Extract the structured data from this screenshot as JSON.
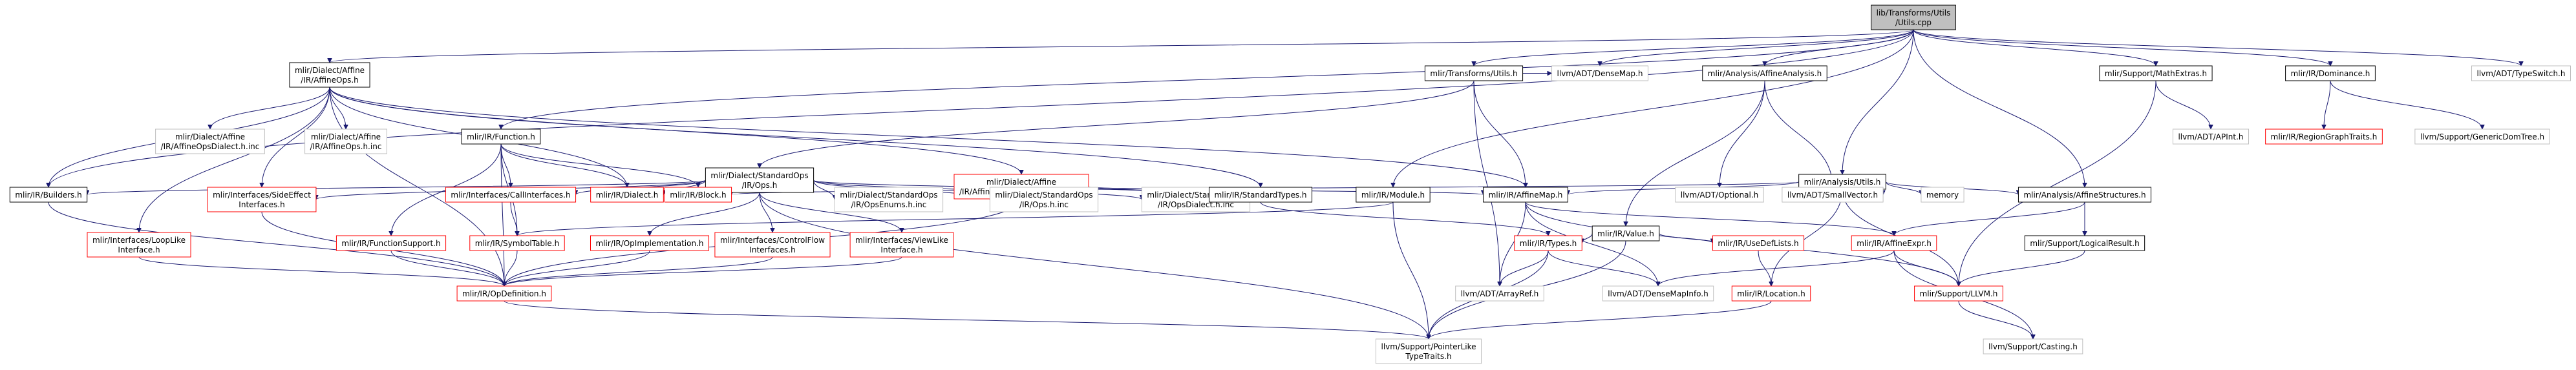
{
  "nodes": {
    "root": {
      "lines": [
        "lib/Transforms/Utils",
        "/Utils.cpp"
      ],
      "style": "gray"
    },
    "affineops": {
      "lines": [
        "mlir/Dialect/Affine",
        "/IR/AffineOps.h"
      ],
      "style": "black"
    },
    "transformsutils": {
      "lines": [
        "mlir/Transforms/Utils.h"
      ],
      "style": "black"
    },
    "densemap": {
      "lines": [
        "llvm/ADT/DenseMap.h"
      ],
      "style": "light"
    },
    "affineanalysis": {
      "lines": [
        "mlir/Analysis/AffineAnalysis.h"
      ],
      "style": "black"
    },
    "analysisutils": {
      "lines": [
        "mlir/Analysis/Utils.h"
      ],
      "style": "black"
    },
    "mathextras": {
      "lines": [
        "mlir/Support/MathExtras.h"
      ],
      "style": "black"
    },
    "dominance": {
      "lines": [
        "mlir/IR/Dominance.h"
      ],
      "style": "black"
    },
    "typeswitch": {
      "lines": [
        "llvm/ADT/TypeSwitch.h"
      ],
      "style": "light"
    },
    "affineopsdialectinc": {
      "lines": [
        "mlir/Dialect/Affine",
        "/IR/AffineOpsDialect.h.inc"
      ],
      "style": "light"
    },
    "affineopsinc": {
      "lines": [
        "mlir/Dialect/Affine",
        "/IR/AffineOps.h.inc"
      ],
      "style": "light"
    },
    "function": {
      "lines": [
        "mlir/IR/Function.h"
      ],
      "style": "black"
    },
    "standardops": {
      "lines": [
        "mlir/Dialect/StandardOps",
        "/IR/Ops.h"
      ],
      "style": "black"
    },
    "affinememory": {
      "lines": [
        "mlir/Dialect/Affine",
        "/IR/AffineMemoryOpInterfaces.h"
      ],
      "style": "red"
    },
    "apint": {
      "lines": [
        "llvm/ADT/APInt.h"
      ],
      "style": "light"
    },
    "regiongraph": {
      "lines": [
        "mlir/IR/RegionGraphTraits.h"
      ],
      "style": "red"
    },
    "genericdomtree": {
      "lines": [
        "llvm/Support/GenericDomTree.h"
      ],
      "style": "light"
    },
    "builders": {
      "lines": [
        "mlir/IR/Builders.h"
      ],
      "style": "black"
    },
    "sideeffect": {
      "lines": [
        "mlir/Interfaces/SideEffect",
        "Interfaces.h"
      ],
      "style": "red"
    },
    "callinterfaces": {
      "lines": [
        "mlir/Interfaces/CallInterfaces.h"
      ],
      "style": "red"
    },
    "dialect": {
      "lines": [
        "mlir/IR/Dialect.h"
      ],
      "style": "red"
    },
    "block": {
      "lines": [
        "mlir/IR/Block.h"
      ],
      "style": "red"
    },
    "opsenums": {
      "lines": [
        "mlir/Dialect/StandardOps",
        "/IR/OpsEnums.h.inc"
      ],
      "style": "light"
    },
    "opsinc": {
      "lines": [
        "mlir/Dialect/StandardOps",
        "/IR/Ops.h.inc"
      ],
      "style": "light"
    },
    "opsdialectinc": {
      "lines": [
        "mlir/Dialect/StandardOps",
        "/IR/OpsDialect.h.inc"
      ],
      "style": "light"
    },
    "standardtypes": {
      "lines": [
        "mlir/IR/StandardTypes.h"
      ],
      "style": "black"
    },
    "module": {
      "lines": [
        "mlir/IR/Module.h"
      ],
      "style": "black"
    },
    "affinemap": {
      "lines": [
        "mlir/IR/AffineMap.h"
      ],
      "style": "black"
    },
    "optional": {
      "lines": [
        "llvm/ADT/Optional.h"
      ],
      "style": "light"
    },
    "smallvector": {
      "lines": [
        "llvm/ADT/SmallVector.h"
      ],
      "style": "light"
    },
    "memory": {
      "lines": [
        "memory"
      ],
      "style": "light"
    },
    "affinestructures": {
      "lines": [
        "mlir/Analysis/AffineStructures.h"
      ],
      "style": "black"
    },
    "value": {
      "lines": [
        "mlir/IR/Value.h"
      ],
      "style": "black"
    },
    "looplike": {
      "lines": [
        "mlir/Interfaces/LoopLike",
        "Interface.h"
      ],
      "style": "red"
    },
    "functionsupport": {
      "lines": [
        "mlir/IR/FunctionSupport.h"
      ],
      "style": "red"
    },
    "symboltable": {
      "lines": [
        "mlir/IR/SymbolTable.h"
      ],
      "style": "red"
    },
    "opimplementation": {
      "lines": [
        "mlir/IR/OpImplementation.h"
      ],
      "style": "red"
    },
    "controlflow": {
      "lines": [
        "mlir/Interfaces/ControlFlow",
        "Interfaces.h"
      ],
      "style": "red"
    },
    "viewlike": {
      "lines": [
        "mlir/Interfaces/ViewLike",
        "Interface.h"
      ],
      "style": "red"
    },
    "types": {
      "lines": [
        "mlir/IR/Types.h"
      ],
      "style": "red"
    },
    "usedeflists": {
      "lines": [
        "mlir/IR/UseDefLists.h"
      ],
      "style": "red"
    },
    "affineexpr": {
      "lines": [
        "mlir/IR/AffineExpr.h"
      ],
      "style": "red"
    },
    "logicalresult": {
      "lines": [
        "mlir/Support/LogicalResult.h"
      ],
      "style": "black"
    },
    "opdefinition": {
      "lines": [
        "mlir/IR/OpDefinition.h"
      ],
      "style": "red"
    },
    "arrayref": {
      "lines": [
        "llvm/ADT/ArrayRef.h"
      ],
      "style": "light"
    },
    "densemapinfo": {
      "lines": [
        "llvm/ADT/DenseMapInfo.h"
      ],
      "style": "light"
    },
    "location": {
      "lines": [
        "mlir/IR/Location.h"
      ],
      "style": "red"
    },
    "supportllvm": {
      "lines": [
        "mlir/Support/LLVM.h"
      ],
      "style": "red"
    },
    "pointerlike": {
      "lines": [
        "llvm/Support/PointerLike",
        "TypeTraits.h"
      ],
      "style": "light"
    },
    "casting": {
      "lines": [
        "llvm/Support/Casting.h"
      ],
      "style": "light"
    }
  },
  "edges": [
    [
      "root",
      "affineops"
    ],
    [
      "root",
      "transformsutils"
    ],
    [
      "root",
      "densemap"
    ],
    [
      "root",
      "affineanalysis"
    ],
    [
      "root",
      "analysisutils"
    ],
    [
      "root",
      "mathextras"
    ],
    [
      "root",
      "dominance"
    ],
    [
      "root",
      "typeswitch"
    ],
    [
      "root",
      "function"
    ],
    [
      "root",
      "builders"
    ],
    [
      "root",
      "affinestructures"
    ],
    [
      "root",
      "module"
    ],
    [
      "affineops",
      "affineopsdialectinc"
    ],
    [
      "affineops",
      "affineopsinc"
    ],
    [
      "affineops",
      "builders"
    ],
    [
      "affineops",
      "sideeffect"
    ],
    [
      "affineops",
      "looplike"
    ],
    [
      "affineops",
      "opdefinition"
    ],
    [
      "affineops",
      "dialect"
    ],
    [
      "affineops",
      "affinememory"
    ],
    [
      "affineops",
      "standardtypes"
    ],
    [
      "affineops",
      "affinemap"
    ],
    [
      "transformsutils",
      "standardops"
    ],
    [
      "transformsutils",
      "densemap"
    ],
    [
      "transformsutils",
      "affinemap"
    ],
    [
      "transformsutils",
      "arrayref"
    ],
    [
      "affineanalysis",
      "value"
    ],
    [
      "affineanalysis",
      "optional"
    ],
    [
      "affineanalysis",
      "smallvector"
    ],
    [
      "analysisutils",
      "affinestructures"
    ],
    [
      "analysisutils",
      "affinemap"
    ],
    [
      "analysisutils",
      "block"
    ],
    [
      "analysisutils",
      "location"
    ],
    [
      "analysisutils",
      "memory"
    ],
    [
      "analysisutils",
      "smallvector"
    ],
    [
      "analysisutils",
      "supportllvm"
    ],
    [
      "mathextras",
      "apint"
    ],
    [
      "mathextras",
      "supportllvm"
    ],
    [
      "dominance",
      "regiongraph"
    ],
    [
      "dominance",
      "genericdomtree"
    ],
    [
      "function",
      "callinterfaces"
    ],
    [
      "function",
      "dialect"
    ],
    [
      "function",
      "block"
    ],
    [
      "function",
      "functionsupport"
    ],
    [
      "function",
      "symboltable"
    ],
    [
      "function",
      "opdefinition"
    ],
    [
      "standardops",
      "builders"
    ],
    [
      "standardops",
      "sideeffect"
    ],
    [
      "standardops",
      "callinterfaces"
    ],
    [
      "standardops",
      "dialect"
    ],
    [
      "standardops",
      "opsenums"
    ],
    [
      "standardops",
      "opsinc"
    ],
    [
      "standardops",
      "opsdialectinc"
    ],
    [
      "standardops",
      "standardtypes"
    ],
    [
      "standardops",
      "controlflow"
    ],
    [
      "standardops",
      "viewlike"
    ],
    [
      "standardops",
      "opimplementation"
    ],
    [
      "standardops",
      "pointerlike"
    ],
    [
      "affinememory",
      "standardtypes"
    ],
    [
      "affinememory",
      "affinemap"
    ],
    [
      "affinememory",
      "opdefinition"
    ],
    [
      "builders",
      "opdefinition"
    ],
    [
      "sideeffect",
      "opdefinition"
    ],
    [
      "callinterfaces",
      "symboltable"
    ],
    [
      "standardtypes",
      "types"
    ],
    [
      "module",
      "symboltable"
    ],
    [
      "module",
      "pointerlike"
    ],
    [
      "affinemap",
      "affineexpr"
    ],
    [
      "affinemap",
      "supportllvm"
    ],
    [
      "affinemap",
      "arrayref"
    ],
    [
      "affinemap",
      "densemapinfo"
    ],
    [
      "affinestructures",
      "logicalresult"
    ],
    [
      "affinestructures",
      "affineexpr"
    ],
    [
      "value",
      "types"
    ],
    [
      "value",
      "usedeflists"
    ],
    [
      "value",
      "pointerlike"
    ],
    [
      "looplike",
      "opdefinition"
    ],
    [
      "functionsupport",
      "opdefinition"
    ],
    [
      "symboltable",
      "opdefinition"
    ],
    [
      "opimplementation",
      "opdefinition"
    ],
    [
      "controlflow",
      "opdefinition"
    ],
    [
      "viewlike",
      "opdefinition"
    ],
    [
      "types",
      "arrayref"
    ],
    [
      "types",
      "densemapinfo"
    ],
    [
      "types",
      "pointerlike"
    ],
    [
      "usedeflists",
      "location"
    ],
    [
      "affineexpr",
      "supportllvm"
    ],
    [
      "affineexpr",
      "densemapinfo"
    ],
    [
      "affineexpr",
      "casting"
    ],
    [
      "logicalresult",
      "supportllvm"
    ],
    [
      "opdefinition",
      "pointerlike"
    ],
    [
      "location",
      "pointerlike"
    ],
    [
      "supportllvm",
      "casting"
    ]
  ]
}
